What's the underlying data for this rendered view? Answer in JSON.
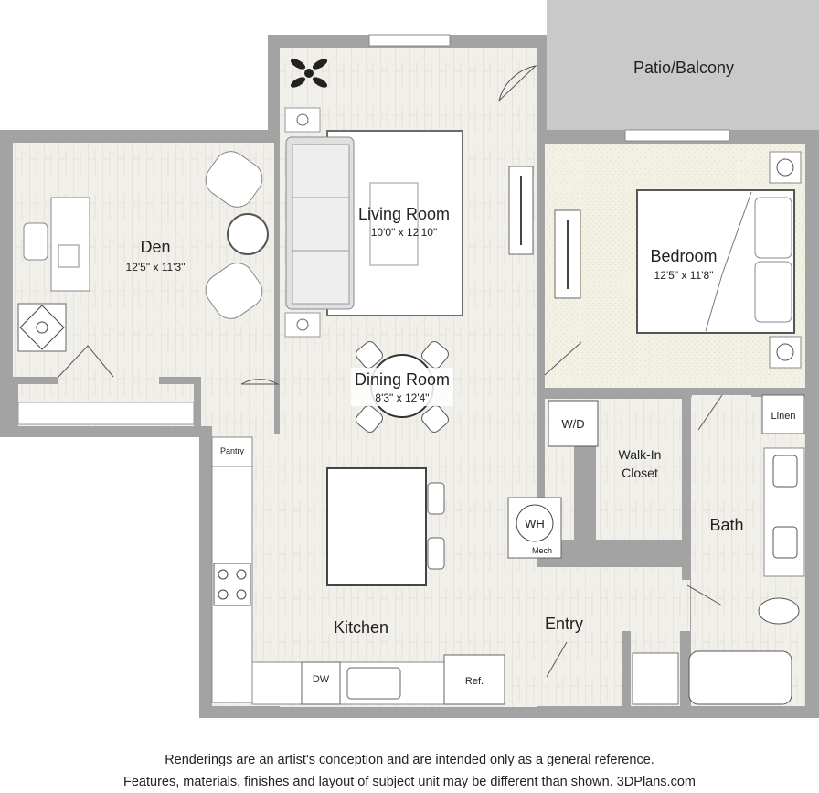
{
  "rooms": {
    "patio": {
      "name": "Patio/Balcony"
    },
    "living": {
      "name": "Living Room",
      "dims": "10'0\" x 12'10\""
    },
    "den": {
      "name": "Den",
      "dims": "12'5\" x 11'3\""
    },
    "bedroom": {
      "name": "Bedroom",
      "dims": "12'5\" x 11'8\""
    },
    "dining": {
      "name": "Dining Room",
      "dims": "8'3\" x 12'4\""
    },
    "closet": {
      "name_line1": "Walk-In",
      "name_line2": "Closet"
    },
    "bath": {
      "name": "Bath"
    },
    "kitchen": {
      "name": "Kitchen"
    },
    "entry": {
      "name": "Entry"
    }
  },
  "fixtures": {
    "wd": "W/D",
    "linen": "Linen",
    "pantry": "Pantry",
    "wh": "WH",
    "mech": "Mech",
    "dw": "DW",
    "ref": "Ref."
  },
  "footer": {
    "line1": "Renderings are an artist's conception and are intended only as a general reference.",
    "line2": "Features, materials, finishes and layout of subject unit may be different than shown. 3DPlans.com"
  },
  "colors": {
    "wall": "#a3a3a3",
    "floor": "#f1efea",
    "carpet": "#f4f2e2",
    "patio": "#c9c9c9"
  }
}
